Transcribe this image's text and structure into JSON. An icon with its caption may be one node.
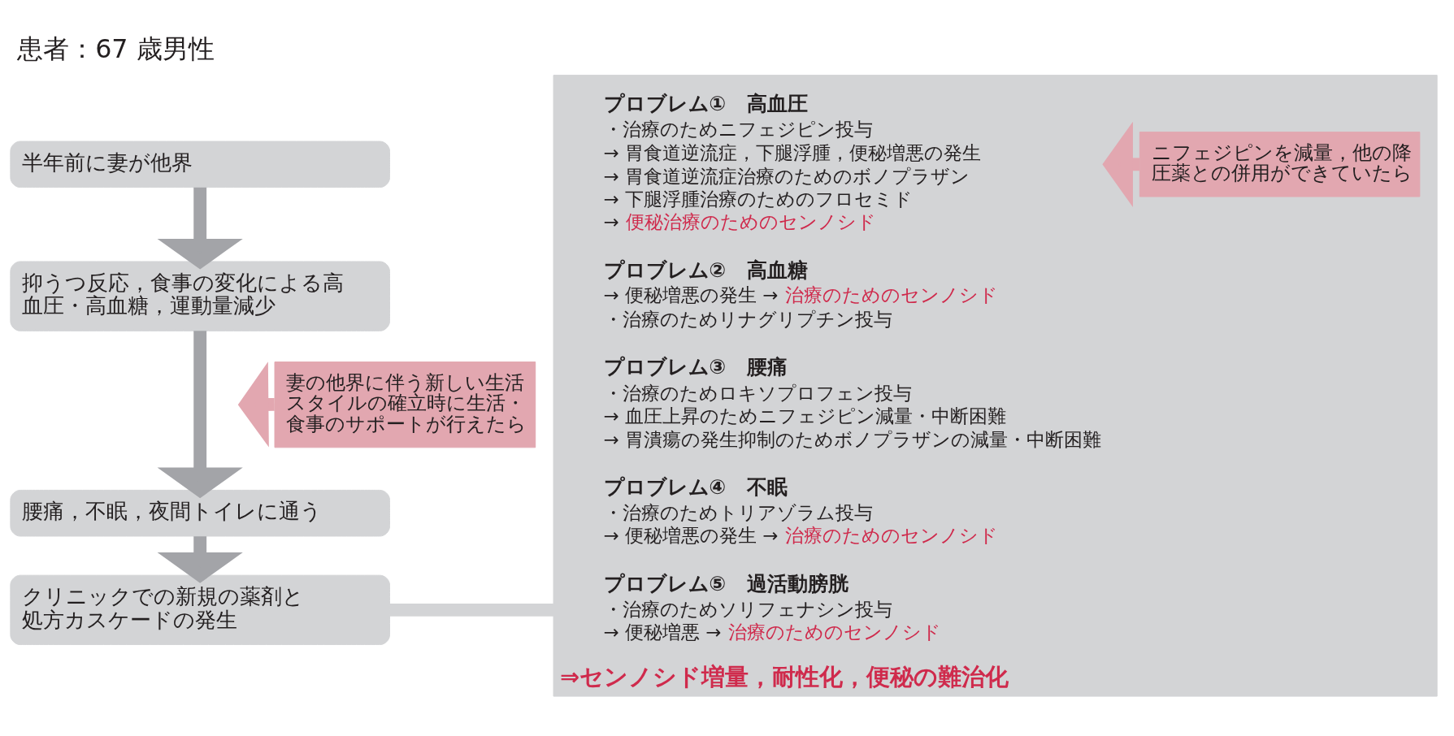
{
  "diagram": {
    "title": "患者：67 歳男性",
    "nodes": [
      {
        "text": [
          "半年前に妻が他界"
        ]
      },
      {
        "text": [
          "抑うつ反応，食事の変化による高血圧・高血糖，運動量減少"
        ]
      },
      {
        "text": [
          "妻の他界に伴う新しい生活スタイルの確立時に生活・食事のサポートが行えたら"
        ]
      },
      {
        "text": [
          "腰痛，不眠，夜間トイレに通う"
        ]
      },
      {
        "text": [
          "クリニックでの新規の薬剤と処方カスケードの発生"
        ]
      },
      {
        "text": [
          "⇒センノシド増量，耐性化，便秘の難治化"
        ]
      },
      {
        "text": [
          "プロブレム①　高血圧",
          "・治療のためニフェジピン投与",
          "→ 胃食道逆流症，下腿浮腫，便秘増悪の発生",
          "→ 胃食道逆流症治療のためのボノプラザン",
          "→ 下腿浮腫治療のためのフロセミド",
          "→",
          "便秘治療のためのセンノシド"
        ],
        "in": 5
      },
      {
        "text": [
          "ニフェジピンを減量，他の降圧薬との併用ができていたら"
        ],
        "in": 5
      },
      {
        "text": [
          "プロブレム②　高血糖",
          "→ 便秘増悪の発生 →",
          "治療のためのセンノシド",
          "・治療のためリナグリプチン投与"
        ],
        "in": 5
      },
      {
        "text": [
          "プロブレム③　腰痛",
          "・治療のためロキソプロフェン投与",
          "→ 血圧上昇のためニフェジピン減量・中断困難",
          "→ 胃潰瘍の発生抑制のためボノプラザンの減量・中断困難"
        ],
        "in": 5
      },
      {
        "text": [
          "プロブレム④　不眠",
          "・治療のためトリアゾラム投与",
          "→ 便秘増悪の発生 →",
          "治療のためのセンノシド"
        ],
        "in": 5
      },
      {
        "text": [
          "プロブレム⑤　過活動膀胱",
          "・治療のためソリフェナシン投与",
          "→ 便秘増悪 →",
          "治療のためのセンノシド"
        ],
        "in": 5
      }
    ],
    "edges": [
      {
        "from": 0,
        "to": 1,
        "arrow": "to"
      },
      {
        "from": 1,
        "to": 3,
        "arrow": "to"
      },
      {
        "from": 2,
        "to": null,
        "arrow": "to",
        "color": "#e2a7b0"
      },
      {
        "from": 3,
        "to": 4,
        "arrow": "to"
      },
      {
        "from": 4,
        "to": 5,
        "arrow": "none",
        "color": "#d3d4d6"
      },
      {
        "from": 7,
        "to": 6,
        "arrow": "to",
        "color": "#e2a7b0"
      }
    ]
  }
}
